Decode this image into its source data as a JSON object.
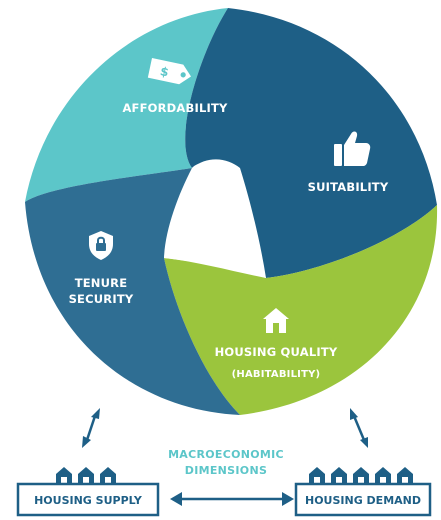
{
  "segments": {
    "affordability": {
      "label": "AFFORDABILITY",
      "icon": "price-tag-icon",
      "color": "#5cc6c9"
    },
    "suitability": {
      "label": "SUITABILITY",
      "icon": "thumbs-up-icon",
      "color": "#1e5f86"
    },
    "quality": {
      "label": "HOUSING QUALITY",
      "sublabel": "(HABITABILITY)",
      "icon": "house-icon",
      "color": "#9bc53d"
    },
    "tenure": {
      "label_line1": "TENURE",
      "label_line2": "SECURITY",
      "icon": "shield-lock-icon",
      "color": "#2f6e93"
    }
  },
  "macro": {
    "line1": "MACROECONOMIC",
    "line2": "DIMENSIONS"
  },
  "supply": {
    "label": "HOUSING SUPPLY",
    "houses": 3
  },
  "demand": {
    "label": "HOUSING DEMAND",
    "houses": 5
  },
  "colors": {
    "accent": "#1e5f86",
    "teal": "#5cc6c9",
    "green": "#9bc53d",
    "blue": "#2f6e93"
  }
}
